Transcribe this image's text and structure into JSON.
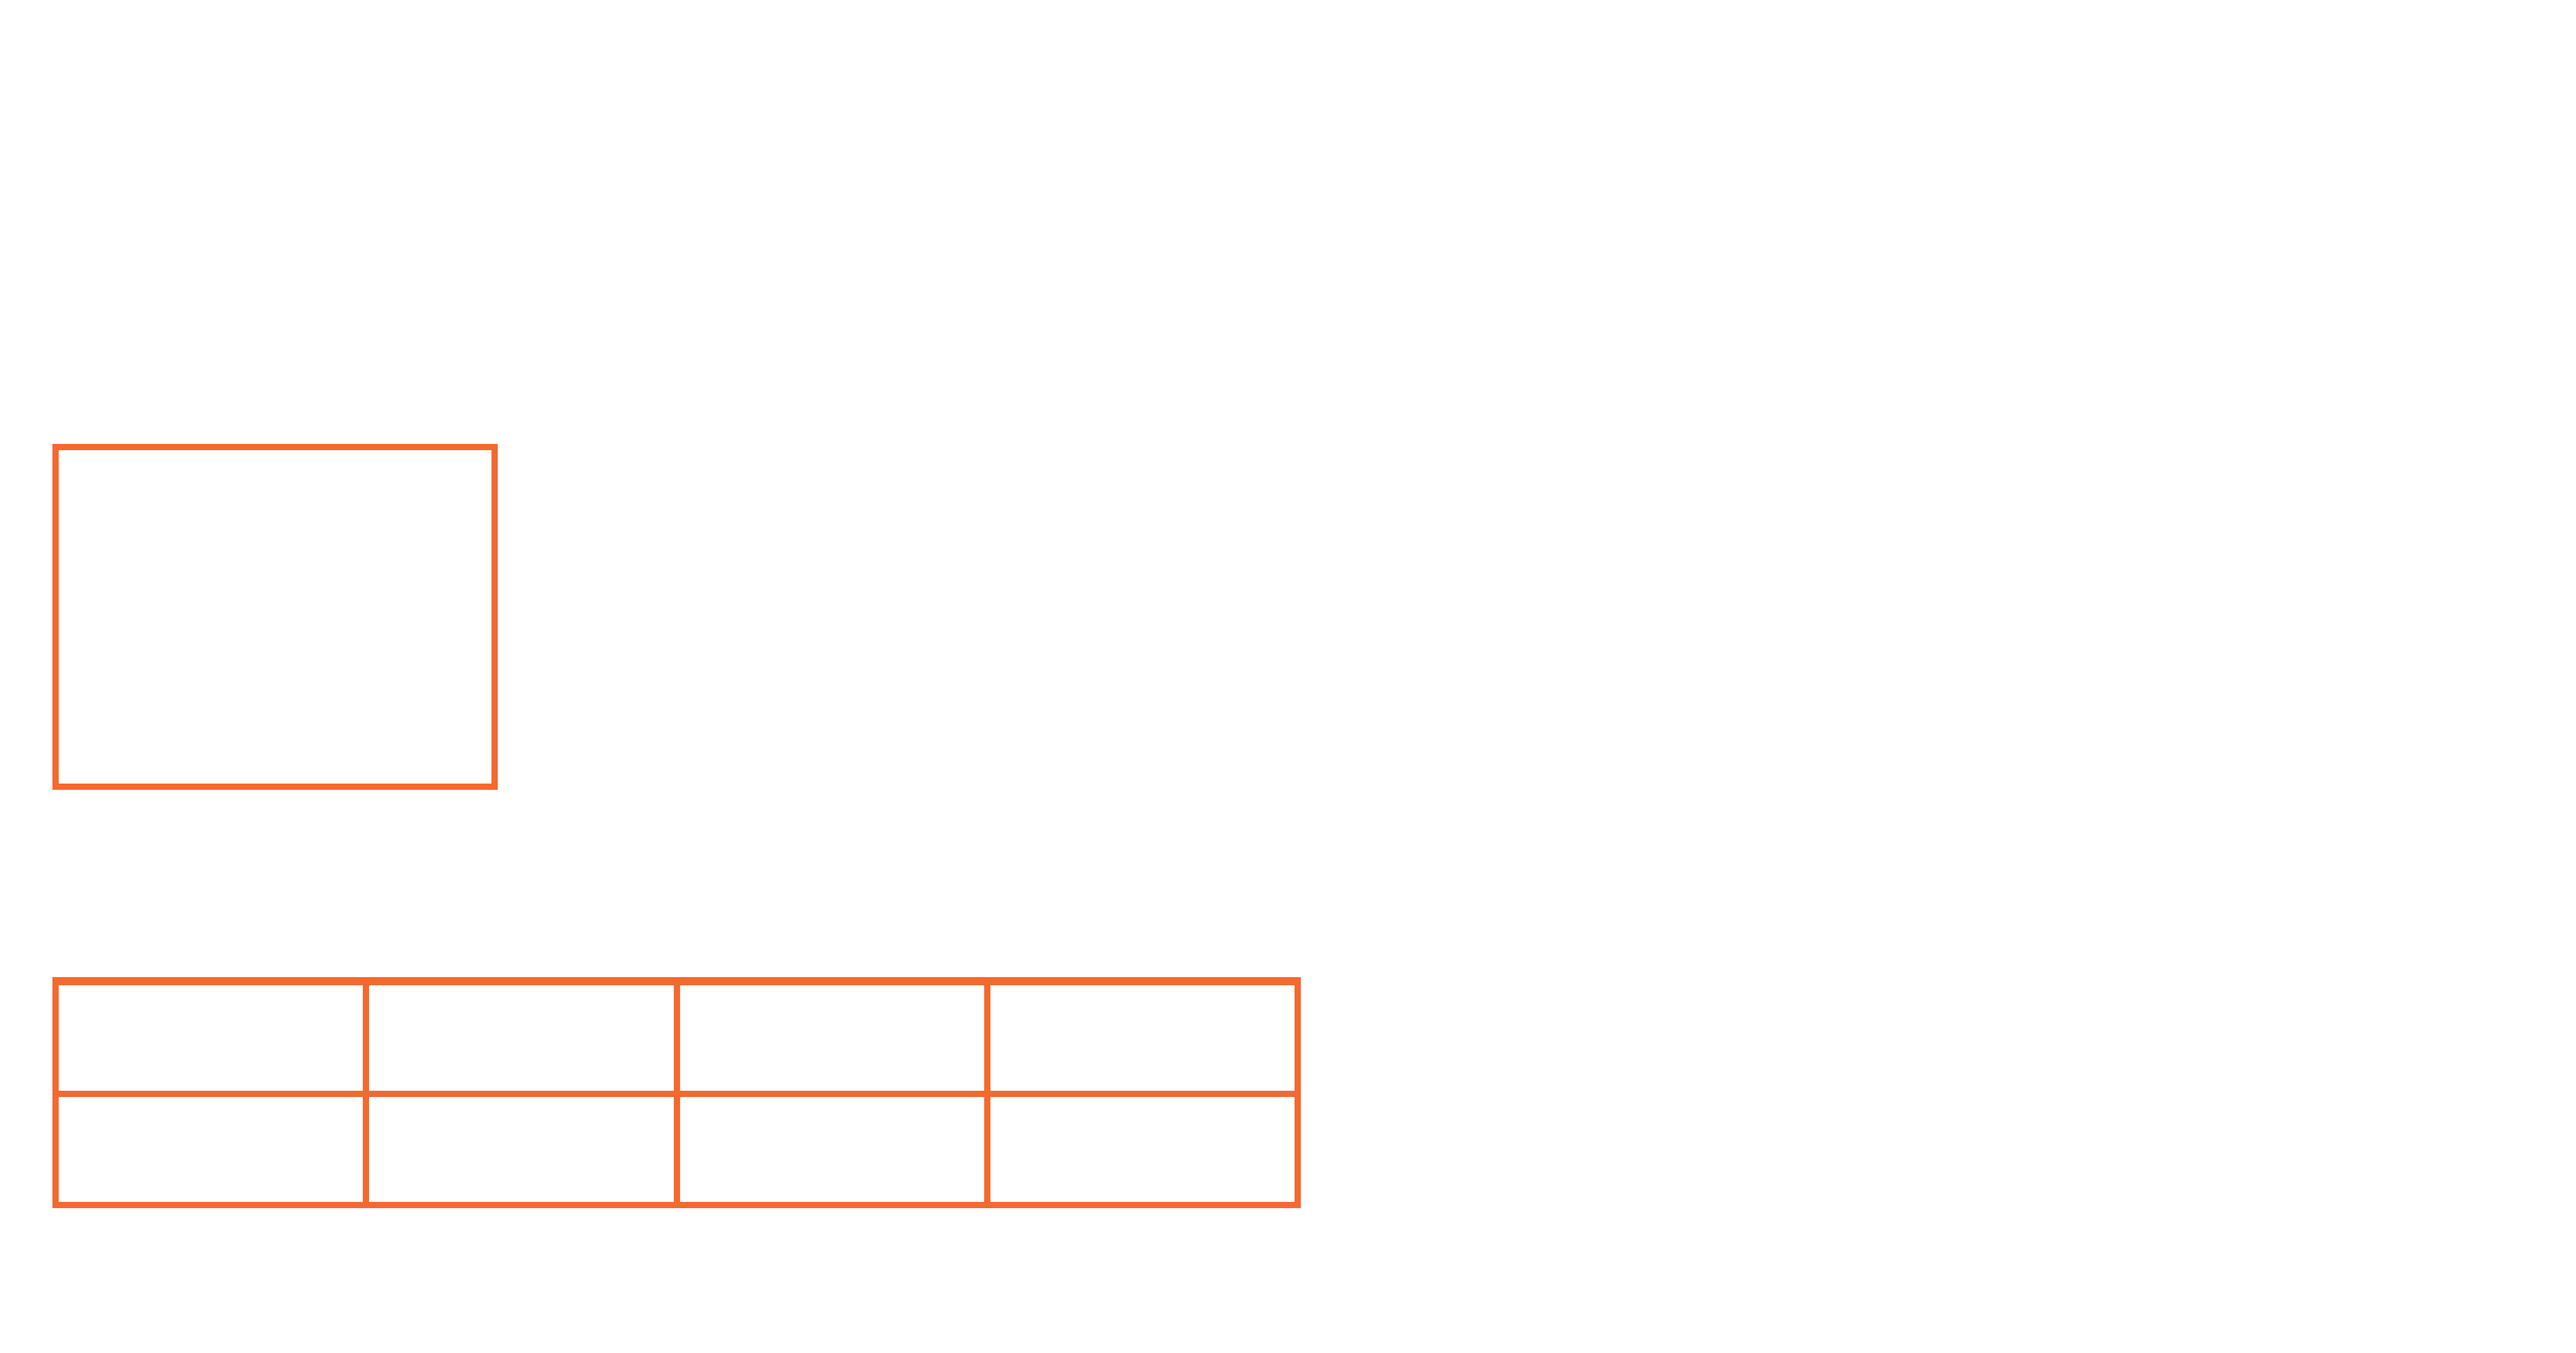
{
  "colors": {
    "stroke": "#f4692e",
    "background": "#ffffff"
  },
  "single_box": {
    "cells": 1
  },
  "grid": {
    "rows": 2,
    "columns": 4
  }
}
